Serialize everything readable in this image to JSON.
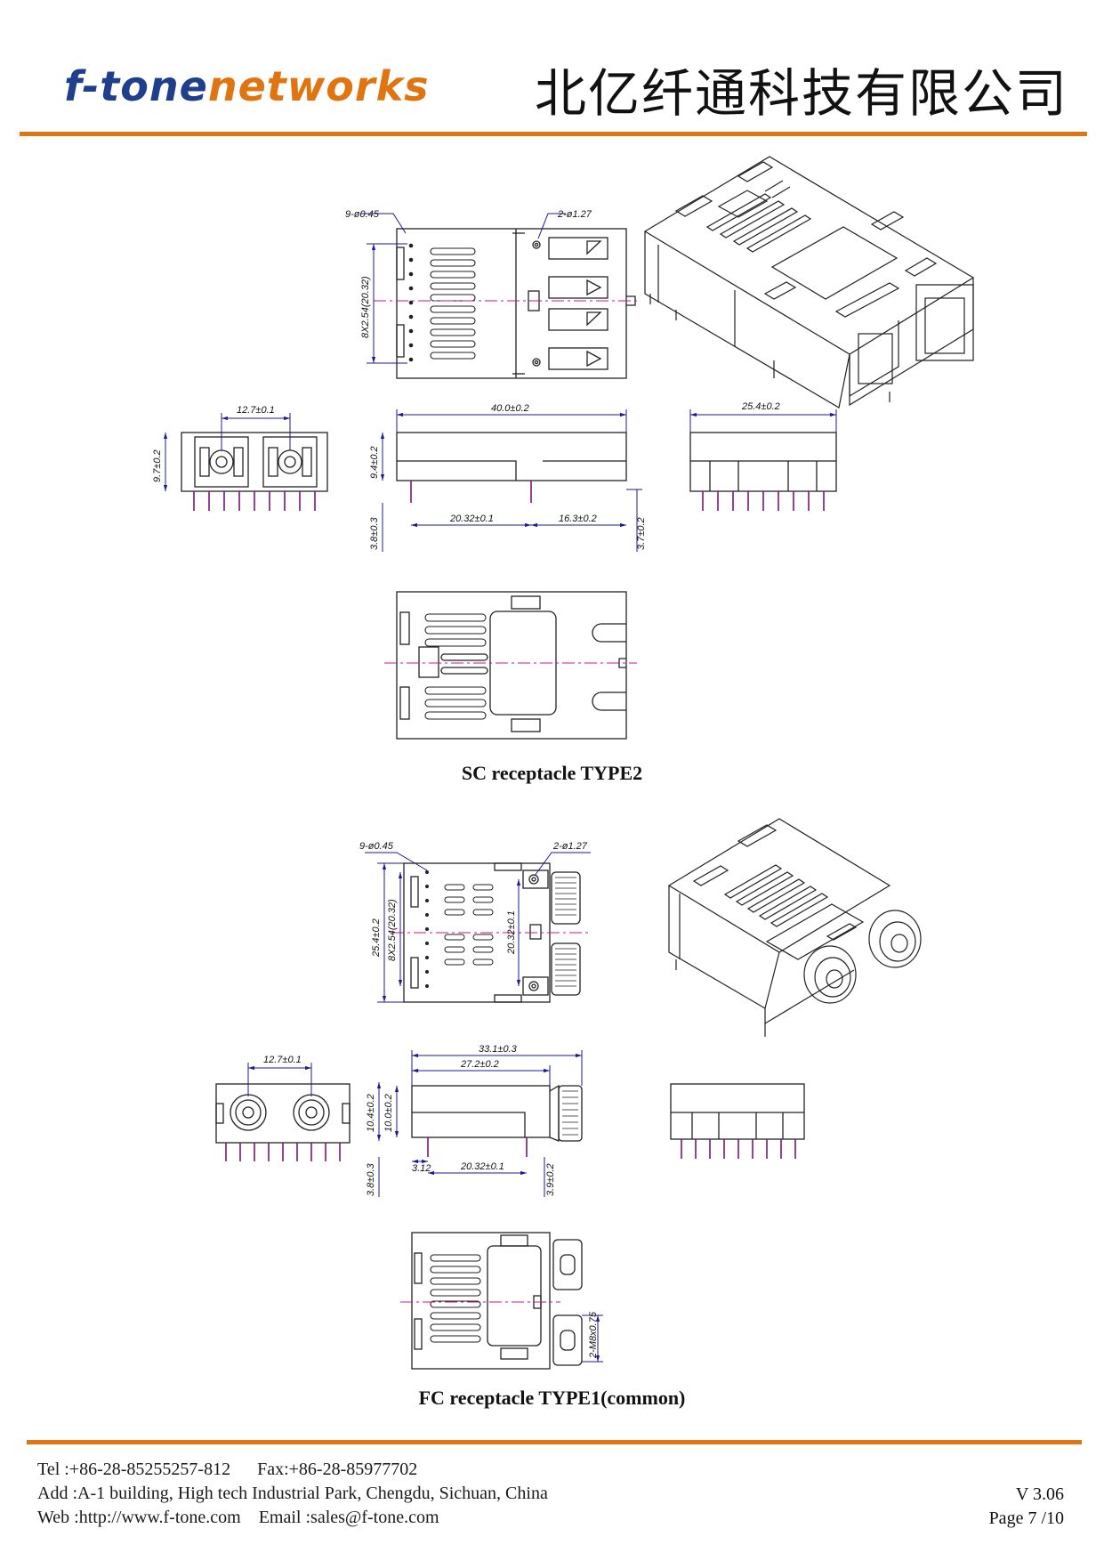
{
  "header": {
    "logo_part1": "f-tone",
    "logo_part2": "networks",
    "company_name": "北亿纤通科技有限公司"
  },
  "sc_drawing": {
    "caption": "SC receptacle TYPE2",
    "dims": {
      "pins": "9-ø0.45",
      "holes": "2-ø1.27",
      "pitch": "8X2.54(20.32)",
      "port_pitch": "12.7±0.1",
      "height_front": "9.7±0.2",
      "length": "40.0±0.2",
      "height_side": "9.4±0.2",
      "width": "25.4±0.2",
      "pin_len_left": "3.8±0.3",
      "pin_span": "20.32±0.1",
      "pin_offset": "16.3±0.2",
      "pin_len_right": "3.7±0.2"
    }
  },
  "fc_drawing": {
    "caption": "FC receptacle TYPE1(common)",
    "dims": {
      "pins": "9-ø0.45",
      "holes": "2-ø1.27",
      "width": "25.4±0.2",
      "pitch": "8X2.54(20.32)",
      "port_span": "20.32±0.1",
      "port_pitch": "12.7±0.1",
      "overall_length": "33.1±0.3",
      "body_length": "27.2±0.2",
      "height_total": "10.4±0.2",
      "height_body": "10.0±0.2",
      "pin_len_left": "3.8±0.3",
      "pin_offset": "3.12",
      "pin_span": "20.32±0.1",
      "pin_len_right": "3.9±0.2",
      "thread": "2-M8x0.75"
    }
  },
  "footer": {
    "tel": "Tel :+86-28-85255257-812",
    "fax": "Fax:+86-28-85977702",
    "address": "Add :A-1 building, High tech Industrial Park, Chengdu, Sichuan, China",
    "web": "Web :http://www.f-tone.com",
    "email": "Email :sales@f-tone.com",
    "version": "V 3.06",
    "page": "Page  7  /10"
  },
  "colors": {
    "accent": "#e07410",
    "logo_blue": "#1f3e8c",
    "centerline": "#c8148c"
  }
}
